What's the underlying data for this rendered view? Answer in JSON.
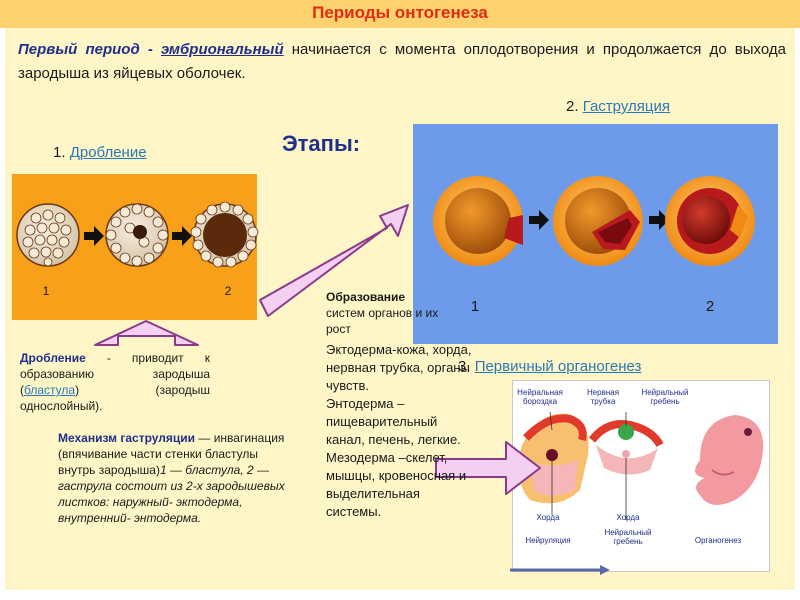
{
  "slide": {
    "title": "Периоды онтогенеза",
    "intro": {
      "lead": "Первый период",
      "dash": " - ",
      "period_name": "эмбриональный",
      "rest": " начинается с момента оплодотворения и продолжается до выхода зародыша из яйцевых оболочек."
    },
    "stages_heading": "Этапы:",
    "stage1": {
      "number": "1.",
      "name": "Дробление"
    },
    "stage2": {
      "number": "2.",
      "name": "Гаструляция"
    },
    "stage3": {
      "number": "3.",
      "name": "Первичный органогенез"
    }
  },
  "cleavage_figure": {
    "label_left": "1",
    "label_right": "2"
  },
  "gastrulation_figure": {
    "label_left": "1",
    "label_right": "2"
  },
  "organogenesis_figure": {
    "labels": {
      "neural_groove": [
        "Нейральная",
        "бороздка"
      ],
      "neural_tube": [
        "Нервная",
        "трубка"
      ],
      "neural_crest_top": [
        "Нейральный",
        "гребень"
      ],
      "notochord_left": "Хорда",
      "notochord_mid": "Хорда",
      "neurulation": "Нейруляция",
      "neural_crest_bottom": [
        "Нейральный",
        "гребень"
      ],
      "organogenesis": "Органогенез"
    }
  },
  "cleavage_text": {
    "term": "Дробление",
    "text_a": " - приводит к образованию зародыша (",
    "link": "бластула",
    "text_b": ") (зародыш однослойный)."
  },
  "mechanism_text": {
    "term": "Механизм гаструляции",
    "text_a": " — инвагинация (впячивание части стенки бластулы внутрь зародыша)",
    "italic": "1 — бластула, 2 — гаструла состоит из 2-х зародышевых листков: наружный- эктодерма, внутренний- энтодерма."
  },
  "organs_text": {
    "title": "Образование",
    "line2": "систем органов и их",
    "line3": "рост",
    "ecto": "Эктодерма-кожа, хорда, нервная трубка, органы чувств.",
    "endo": "Энтодерма – пищеварительный канал, печень, легкие.",
    "meso": "Мезодерма –скелет, мышцы, кровеносная и выделительная системы."
  },
  "colors": {
    "title": "#e32a14",
    "heading_blue": "#1f2f8a",
    "link": "#2a78b8",
    "background": "#fff6c8",
    "title_bar": "#fcd26e",
    "cleavage_bg": "#f8a01a",
    "gastrulation_bg": "#6d9bea",
    "arrow_fill": "#f3d0f2",
    "arrow_stroke": "#8a3a8a"
  }
}
